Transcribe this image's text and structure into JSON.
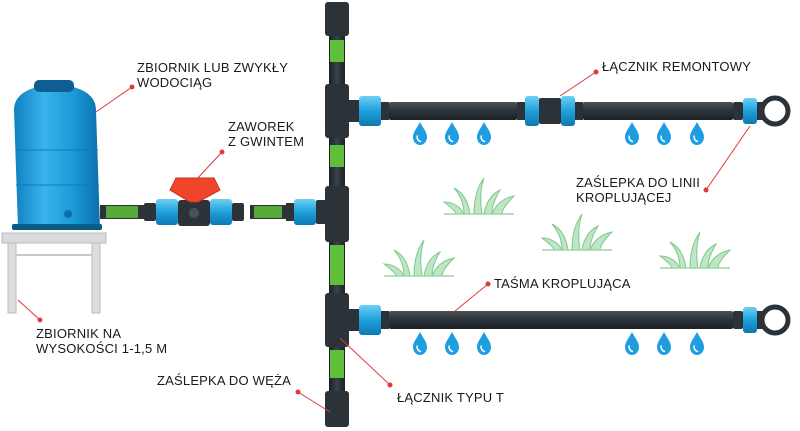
{
  "labels": {
    "tank_top_line1": "ZBIORNIK LUB ZWYKŁY",
    "tank_top_line2": "WODOCIĄG",
    "valve_line1": "ZAWOREK",
    "valve_line2": "Z GWINTEM",
    "repair_connector": "ŁĄCZNIK REMONTOWY",
    "end_cap_line1": "ZAŚLEPKA DO LINII",
    "end_cap_line2": "KROPLUJĄCEJ",
    "drip_tape": "TAŚMA KROPLUJĄCA",
    "tank_bottom_line1": "ZBIORNIK NA",
    "tank_bottom_line2": "WYSOKOŚCI 1-1,5 M",
    "hose_cap": "ZAŚLEPKA DO WĘŻA",
    "t_connector": "ŁĄCZNIK TYPU T"
  },
  "colors": {
    "tank_blue": "#1a9ad8",
    "fitting_blue": "#2aa8e0",
    "hose_dark": "#2c3338",
    "hose_green": "#5fbf3a",
    "valve_red": "#f0452a",
    "leader_red": "#e03a3a",
    "drop_blue": "#1e9ee0",
    "grass_green": "#8ed19a",
    "stand_gray": "#d8dadb"
  },
  "icons": [
    "water-tank-icon",
    "valve-icon",
    "water-drop-icon",
    "grass-icon",
    "end-cap-icon",
    "t-connector-icon",
    "repair-connector-icon"
  ]
}
